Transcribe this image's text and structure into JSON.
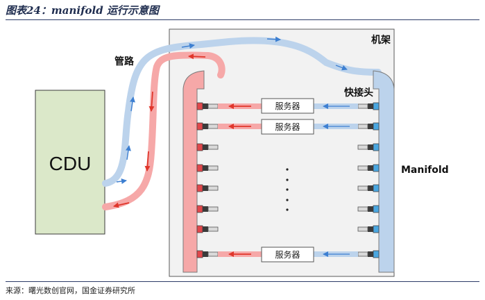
{
  "figure": {
    "title": "图表24：manifold 运行示意图",
    "source": "来源：曙光数创官网，国金证券研究所"
  },
  "labels": {
    "rack": "机架",
    "pipe": "管路",
    "quick_connector": "快接头",
    "manifold": "Manifold",
    "cdu": "CDU",
    "server_top": "服务器",
    "server_second": "服务器",
    "server_bottom": "服务器"
  },
  "colors": {
    "cold": "#bcd3ec",
    "cold_arrow": "#3d7fd1",
    "hot": "#f6a8a8",
    "hot_arrow": "#e0362b",
    "cdu_fill": "#dbe8c9",
    "rack_fill": "#f2f2f2"
  }
}
